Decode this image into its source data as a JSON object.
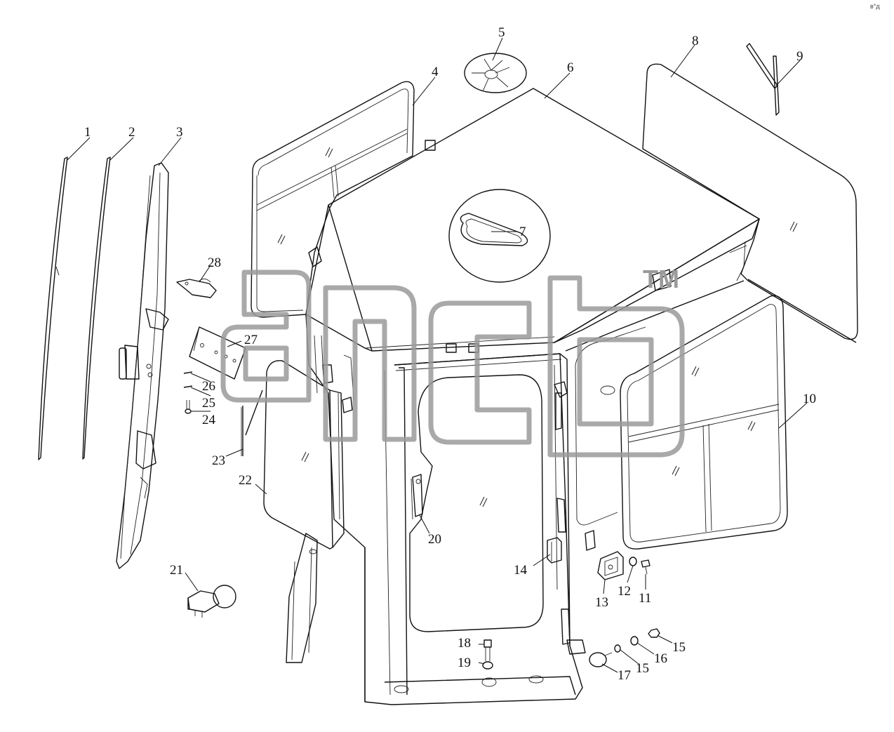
{
  "callouts": [
    {
      "id": "1",
      "text": "1"
    },
    {
      "id": "2",
      "text": "2"
    },
    {
      "id": "3",
      "text": "3"
    },
    {
      "id": "4",
      "text": "4"
    },
    {
      "id": "5",
      "text": "5"
    },
    {
      "id": "6",
      "text": "6"
    },
    {
      "id": "7",
      "text": "7"
    },
    {
      "id": "8",
      "text": "8"
    },
    {
      "id": "9",
      "text": "9"
    },
    {
      "id": "10",
      "text": "10"
    },
    {
      "id": "11",
      "text": "11"
    },
    {
      "id": "12",
      "text": "12"
    },
    {
      "id": "13",
      "text": "13"
    },
    {
      "id": "14",
      "text": "14"
    },
    {
      "id": "15a",
      "text": "15"
    },
    {
      "id": "15b",
      "text": "15"
    },
    {
      "id": "16",
      "text": "16"
    },
    {
      "id": "17",
      "text": "17"
    },
    {
      "id": "18",
      "text": "18"
    },
    {
      "id": "19",
      "text": "19"
    },
    {
      "id": "20",
      "text": "20"
    },
    {
      "id": "21",
      "text": "21"
    },
    {
      "id": "22",
      "text": "22"
    },
    {
      "id": "23",
      "text": "23"
    },
    {
      "id": "24",
      "text": "24"
    },
    {
      "id": "25",
      "text": "25"
    },
    {
      "id": "26",
      "text": "26"
    },
    {
      "id": "27",
      "text": "27"
    },
    {
      "id": "28",
      "text": "28"
    }
  ],
  "watermark": {
    "text": "ancb",
    "trademark": "TM"
  },
  "corner_mark": "в°д",
  "colors": {
    "line": "#111111",
    "watermark": "#9a9a9a",
    "background": "#ffffff"
  }
}
